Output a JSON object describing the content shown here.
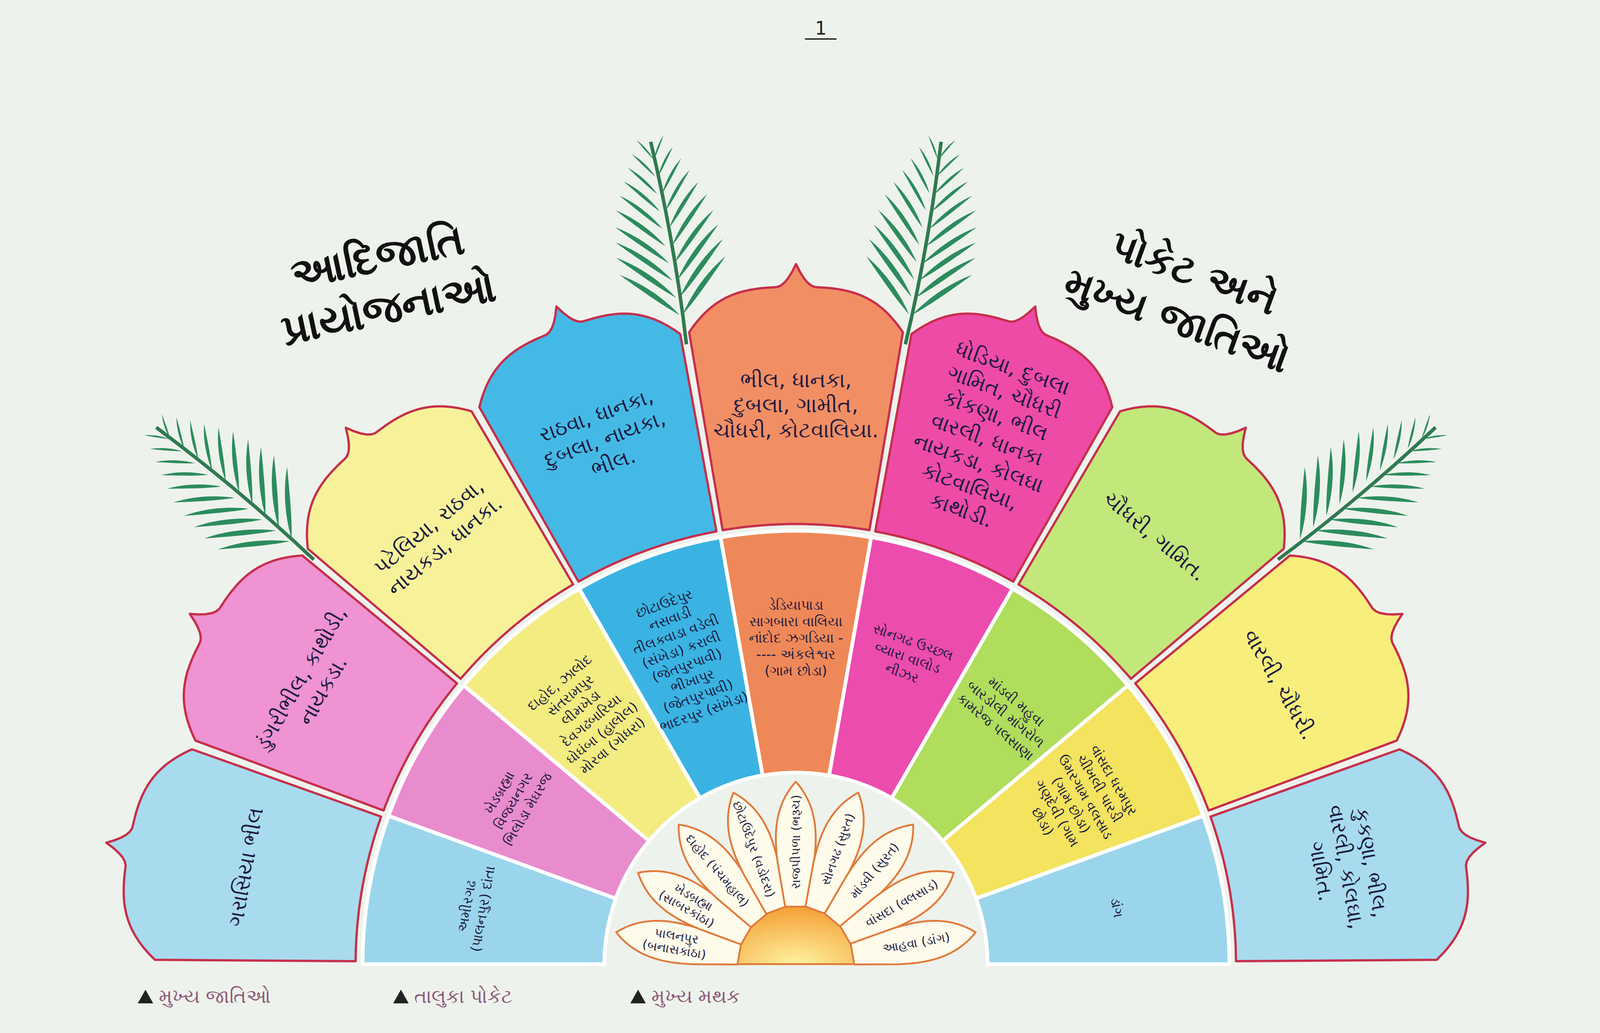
{
  "diagram": {
    "title": "આદિજાતિ પ્રાયોજનાઓ",
    "nodes": [
      {
        "text": [
          "ગરાસિયા ભીલ"
        ]
      },
      {
        "text": [
          "ડુંગરીભીલ, કાથોડી, નાયકડા."
        ]
      },
      {
        "text": [
          "પટેલિયા, રાઠવા, નાયકડા, ધાનકા."
        ]
      },
      {
        "text": [
          "રાઠવા, ધાનકા, દુબલા, નાયકા, ભીલ."
        ]
      },
      {
        "text": [
          "ભીલ, ધાનકા, દુબલા, ગામીત, ચૌધરી, કોટવાલિયા."
        ]
      },
      {
        "text": [
          "ધોડિયા, દુબલા ગામિત, ચૌધરી કોંકણા, ભીલ વારલી, ધાનકા નાયકડા, કોલઘા કોટવાલિયા, કાથોડી."
        ]
      },
      {
        "text": [
          "ચૌધરી, ગામિત."
        ]
      },
      {
        "text": [
          "વારલી, ચૌધરી."
        ]
      },
      {
        "text": [
          "કુકણા, ભીલ, વારલી, કોલઘા, ગામિત."
        ]
      },
      {
        "text": [
          "અમીરગઢ (પાલનપુર) દાંતા"
        ]
      },
      {
        "text": [
          "ખેડબ્રહ્મા વિજયનગર ભિલોડા મેઘરજ"
        ]
      },
      {
        "text": [
          "દાહોદ, ઝાલોદ સંતરામપુર લીમખેડા દેવગઢબારિયા ઘોઘંબા (હાલોલ) મોરવા (ગોધરા)"
        ]
      },
      {
        "text": [
          "છોટાઉદેપુર નસવાડી તીલકવાડા વડેલી (સંખેડા) કરાલી (જેતપુરપાવી) ભીખાપુર (જેતપુરપાવી) ભાદરપુર (સંખેડા)"
        ]
      },
      {
        "text": [
          "ડેડિયાપાડા સાગબારા વાલિયા નાંદોદ ઝગડિયા ----- અંકલેશ્વર (ગામ છોડા)"
        ]
      },
      {
        "text": [
          "સોનગઢ ઉચ્છલ વ્યારા વાલોડ નીઝર"
        ]
      },
      {
        "text": [
          "માંડવી મહુવા બારડોલી માંગરોળ કામરેજ પલસાણા"
        ]
      },
      {
        "text": [
          "વાંસદા ધરમપુર ચીખલી પારડી ઉમરગામ વલસાડ (ગામ છોડા) ગણદેવી (ગામ છોડા)"
        ]
      },
      {
        "text": [
          "ડાંગ"
        ]
      },
      {
        "text": [
          "પાલનપુર (બનાસકાંઠા)"
        ]
      },
      {
        "text": [
          "ખેડબ્રહ્મા (સાબરકાંઠા)"
        ]
      },
      {
        "text": [
          "દાહોદ (પંચમહાલ)"
        ]
      },
      {
        "text": [
          "છોટાઉદેપુર (વડોદરા)"
        ]
      },
      {
        "text": [
          "રાજપીપળા (ભરૂચ)"
        ]
      },
      {
        "text": [
          "સોનગઢ (સુરત)"
        ]
      },
      {
        "text": [
          "માંડવી (સુરત)"
        ]
      },
      {
        "text": [
          "વાંસદા (વલસાડ)"
        ]
      },
      {
        "text": [
          "આહવા (ડાંગ)"
        ]
      }
    ],
    "labels": [
      "પોકેટ અને મુખ્ય જાતિઓ",
      "1"
    ],
    "legend": [
      {
        "text": "મુખ્ય જાતિઓ"
      },
      {
        "text": "તાલુકા પોકેટ"
      },
      {
        "text": "મુખ્ય મથક"
      }
    ]
  }
}
